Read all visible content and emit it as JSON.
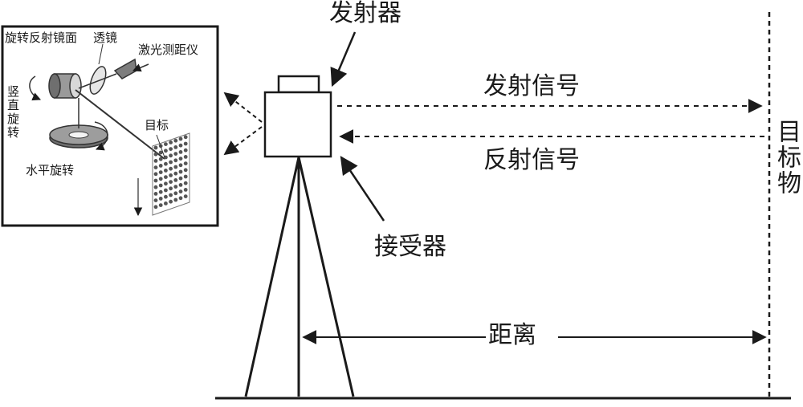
{
  "main_labels": {
    "emitter": "发射器",
    "receiver": "接受器",
    "emit_signal": "发射信号",
    "reflect_signal": "反射信号",
    "target": "目标物",
    "distance": "距离"
  },
  "inset_labels": {
    "rotating_mirror": "旋转反射镜面",
    "lens": "透镜",
    "laser_rangefinder": "激光测距仪",
    "vertical_rotation": "竖直旋转",
    "target": "目标",
    "horizontal_rotation": "水平旋转"
  },
  "colors": {
    "line": "#1a1a1a",
    "box_fill": "#ffffff",
    "inset_gray": "#8a8a8a"
  }
}
